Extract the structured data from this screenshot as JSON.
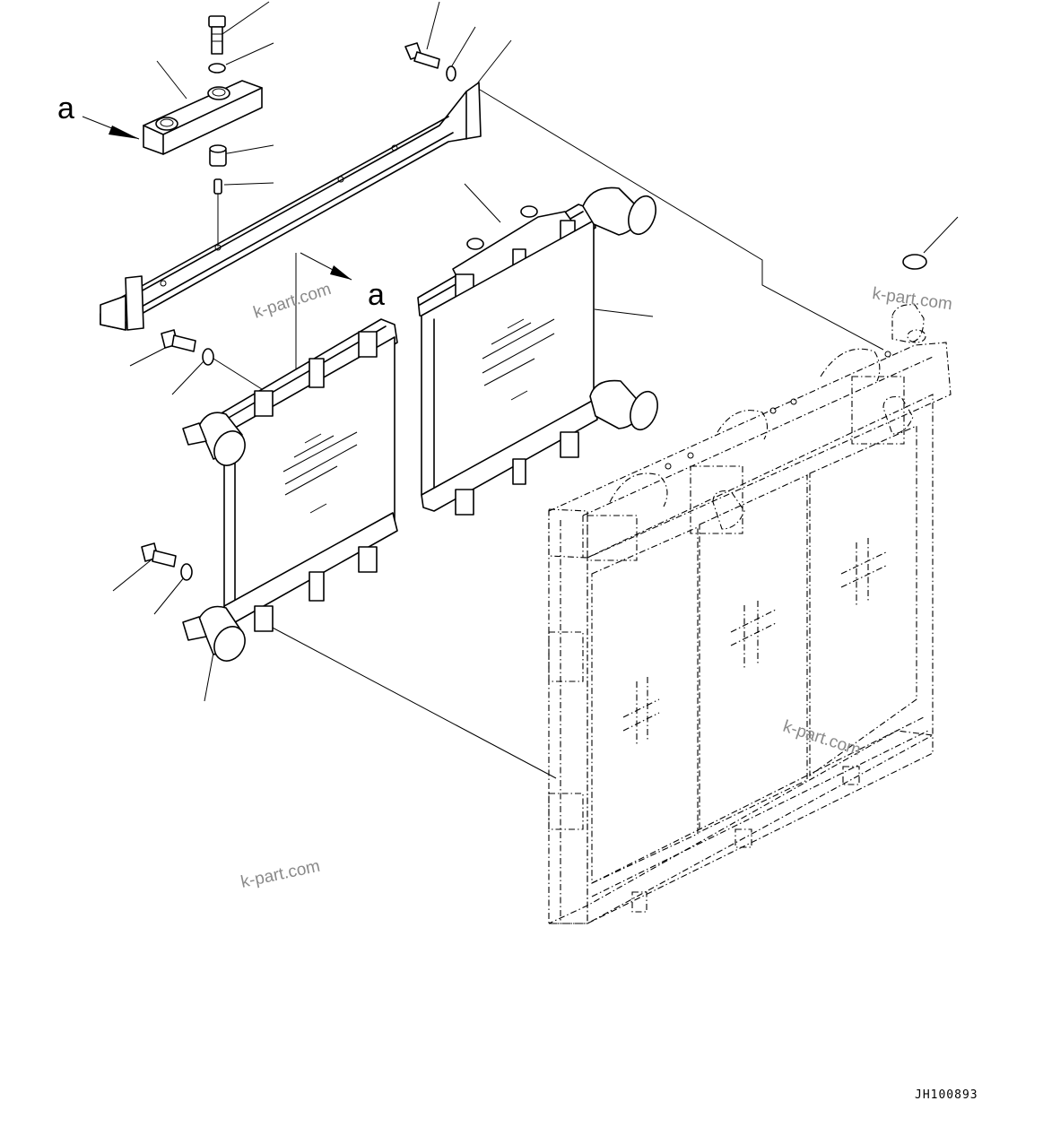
{
  "view_labels": {
    "left": "a",
    "right": "a"
  },
  "watermarks": [
    "k-part.com",
    "k-part.com",
    "k-part.com",
    "k-part.com"
  ],
  "drawing_code": "JH100893"
}
